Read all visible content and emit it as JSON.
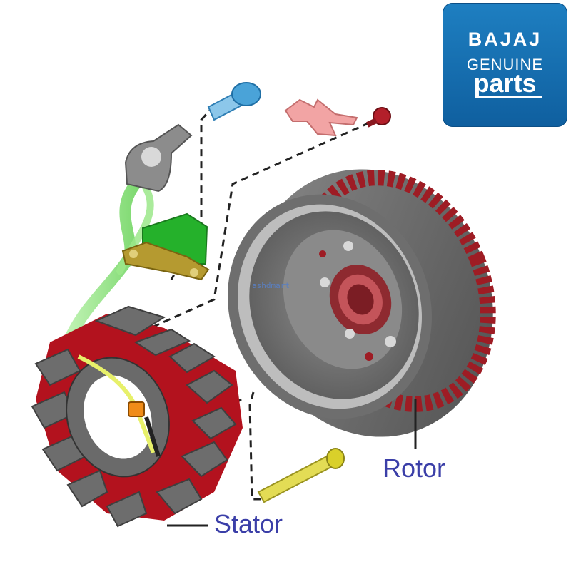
{
  "badge": {
    "brand": "BAJAJ",
    "line1": "GENUINE",
    "line2": "parts"
  },
  "labels": {
    "rotor": "Rotor",
    "stator": "Stator"
  },
  "watermark": "ashdmart",
  "colors": {
    "badge_blue": "#1670b3",
    "label_text": "#3b3fa8",
    "stator_red": "#b3121e",
    "stator_gray": "#6d6d6d",
    "rotor_gray": "#7a7a7a",
    "rotor_teeth": "#9e1c24",
    "wire_green": "#7ddc6a",
    "bolt_blue": "#4aa3d8",
    "bracket_pink": "#f2a4a4",
    "bolt_yellow": "#d9d02a",
    "clip_green": "#25b12b"
  },
  "parts": [
    "rotor",
    "stator",
    "bolt-blue",
    "bracket-pink",
    "bolt-small-red",
    "bolt-yellow",
    "pickup-coil",
    "wire-harness"
  ]
}
